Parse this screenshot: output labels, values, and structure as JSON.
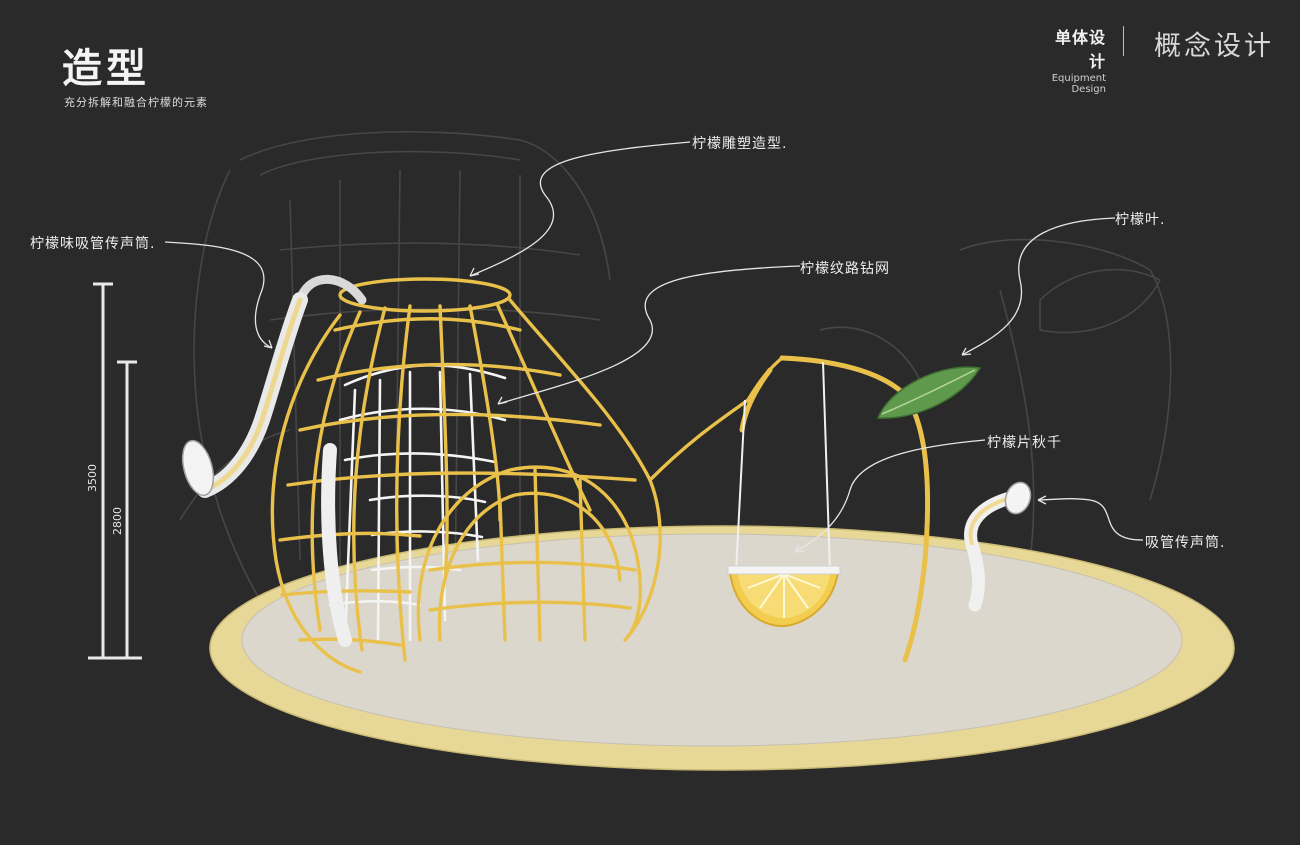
{
  "header": {
    "title": "造型",
    "subtitle": "充分拆解和融合柠檬的元素"
  },
  "brand": {
    "section_cn": "单体设计",
    "section_en": "Equipment Design",
    "stage": "概念设计"
  },
  "annotations": {
    "sculpture": "柠檬雕塑造型.",
    "straw_horn_left": "柠檬味吸管传声筒.",
    "net": "柠檬纹路钻网",
    "leaf": "柠檬叶.",
    "swing": "柠檬片秋千",
    "straw_horn_right": "吸管传声筒."
  },
  "dimensions": {
    "total_height": "3500",
    "inner_height": "2800"
  },
  "colors": {
    "background": "#2a2a2a",
    "frame_yellow": "#e9c14a",
    "platform": "#dcd7cc",
    "platform_rim": "#e8d898",
    "leaf_green": "#5f9a4c",
    "net_white": "#f4f4f4"
  }
}
